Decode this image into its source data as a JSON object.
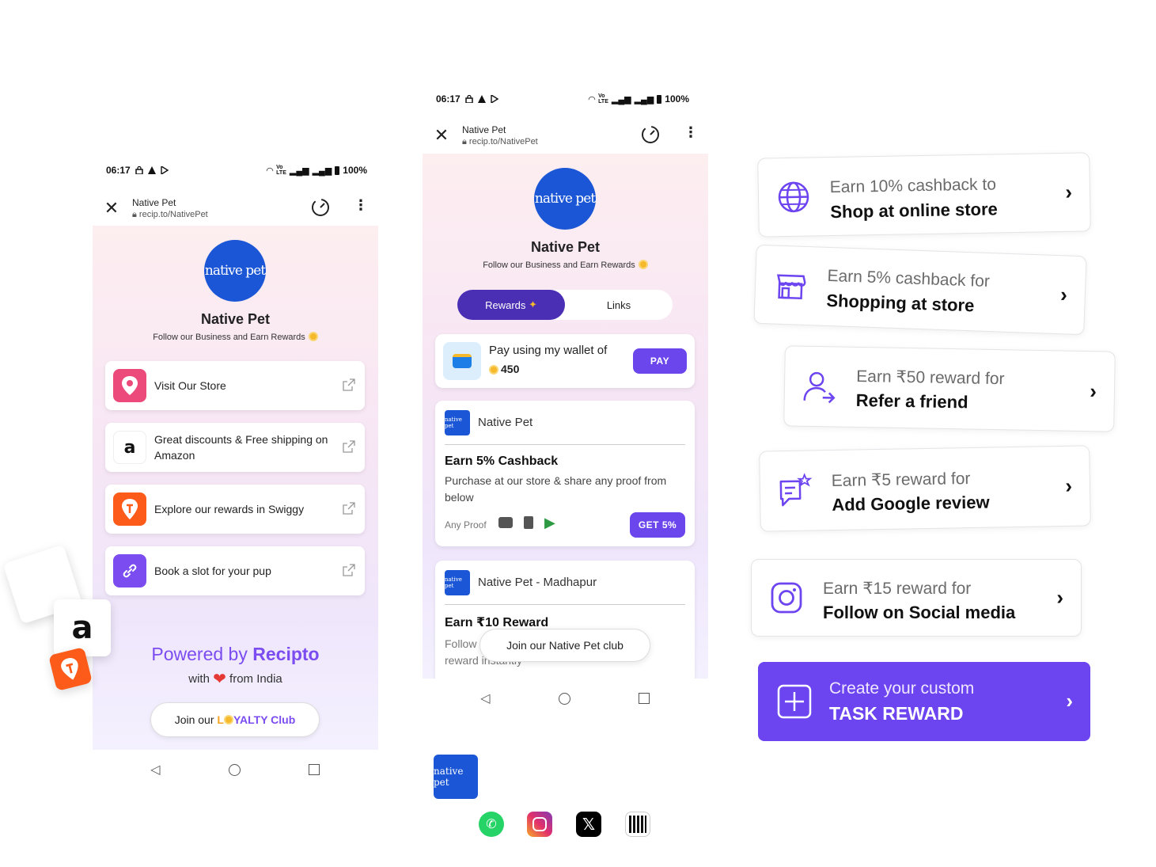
{
  "status": {
    "time": "06:17",
    "battery": "100%"
  },
  "browser": {
    "title": "Native Pet",
    "url": "recip.to/NativePet"
  },
  "brand": {
    "logo_text": "native pet",
    "name": "Native Pet",
    "subtitle": "Follow our Business and Earn Rewards"
  },
  "left_phone": {
    "links": [
      {
        "label": "Visit Our Store",
        "icon": "location-pin-icon",
        "color": "#ec4a7a"
      },
      {
        "label": "Great discounts & Free shipping on Amazon",
        "icon": "amazon-icon",
        "color": "#ffffff"
      },
      {
        "label": "Explore our rewards in Swiggy",
        "icon": "swiggy-icon",
        "color": "#fc5b1a"
      },
      {
        "label": "Book a slot for your pup",
        "icon": "link-icon",
        "color": "#7b4cf0"
      }
    ],
    "powered_prefix": "Powered by",
    "powered_brand": "Recipto",
    "with_text": "with",
    "from_text": "from India",
    "join_prefix": "Join our",
    "join_l": "L",
    "join_suffix": "YALTY Club"
  },
  "middle_phone": {
    "tabs": [
      "Rewards",
      "Links"
    ],
    "wallet": {
      "text": "Pay using my wallet of",
      "amount": "450",
      "button": "PAY"
    },
    "offers": [
      {
        "store": "Native Pet",
        "title": "Earn 5% Cashback",
        "desc": "Purchase at our store & share any proof from below",
        "proof_label": "Any Proof",
        "button": "GET 5%"
      },
      {
        "store": "Native Pet - Madhapur",
        "title": "Earn ₹10 Reward",
        "desc_start": "Follow",
        "desc_end": "reward instantly"
      }
    ],
    "club_button": "Join our Native Pet club"
  },
  "tasks": [
    {
      "line1": "Earn 10% cashback to",
      "line2": "Shop at online store",
      "icon": "globe-icon"
    },
    {
      "line1": "Earn 5% cashback for",
      "line2": "Shopping at store",
      "icon": "store-icon"
    },
    {
      "line1": "Earn ₹50 reward for",
      "line2": "Refer a friend",
      "icon": "refer-friend-icon"
    },
    {
      "line1": "Earn ₹5 reward for",
      "line2": "Add Google review",
      "icon": "review-chat-icon"
    },
    {
      "line1": "Earn ₹15 reward for",
      "line2": "Follow on Social media",
      "icon": "instagram-icon"
    }
  ],
  "custom_task": {
    "line1": "Create your custom",
    "line2": "TASK REWARD"
  },
  "colors": {
    "accent": "#6c44f0",
    "brand_blue": "#1a56d6",
    "coin": "#f6b92b"
  }
}
